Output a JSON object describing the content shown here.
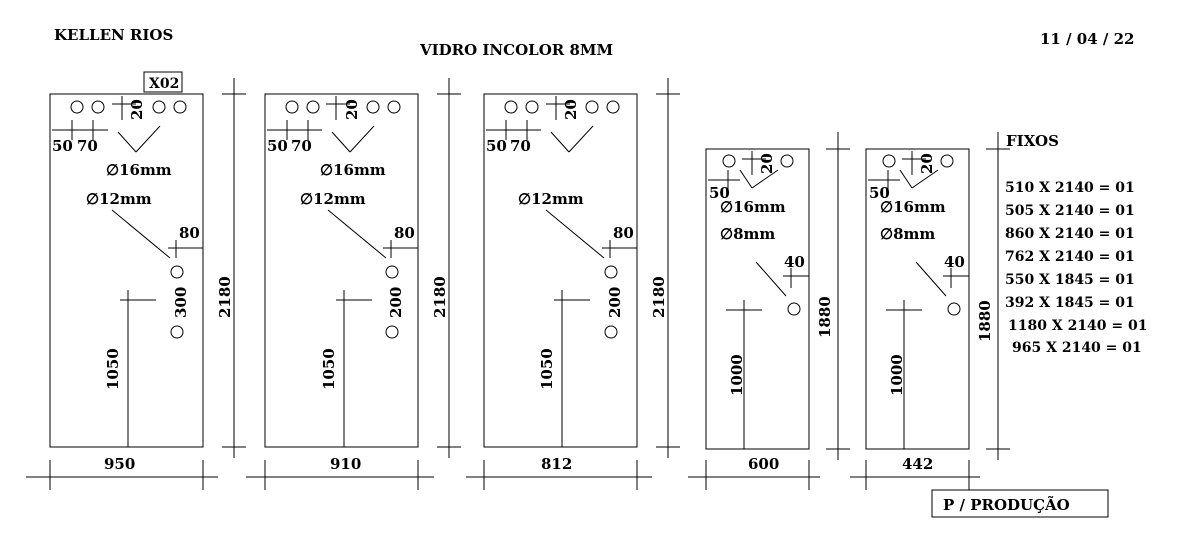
{
  "header": {
    "client": "KELLEN RIOS",
    "date": "11 / 04 / 22",
    "title": "VIDRO INCOLOR 8MM",
    "tag": "X02"
  },
  "panels": [
    {
      "width_label": "950",
      "height_label": "2180",
      "top_dim": "20",
      "left_dims": [
        "50",
        "70"
      ],
      "hole_a": "∅16mm",
      "hole_b": "∅12mm",
      "side_dim": "80",
      "spacing_dim": "300",
      "bottom_dim": "1050"
    },
    {
      "width_label": "910",
      "height_label": "2180",
      "top_dim": "20",
      "left_dims": [
        "50",
        "70"
      ],
      "hole_a": "∅16mm",
      "hole_b": "∅12mm",
      "side_dim": "80",
      "spacing_dim": "200",
      "bottom_dim": "1050"
    },
    {
      "width_label": "812",
      "height_label": "2180",
      "top_dim": "20",
      "left_dims": [
        "50",
        "70"
      ],
      "hole_b": "∅12mm",
      "side_dim": "80",
      "spacing_dim": "200",
      "bottom_dim": "1050"
    },
    {
      "width_label": "600",
      "height_label": "1880",
      "top_dim": "20",
      "left_dims": [
        "50"
      ],
      "hole_a": "∅16mm",
      "hole_b": "∅8mm",
      "side_dim": "40",
      "bottom_dim": "1000"
    },
    {
      "width_label": "442",
      "height_label": "1880",
      "top_dim": "20",
      "left_dims": [
        "50"
      ],
      "hole_a": "∅16mm",
      "hole_b": "∅8mm",
      "side_dim": "40",
      "bottom_dim": "1000"
    }
  ],
  "fixos": {
    "title": "FIXOS",
    "items": [
      "510 X 2140 = 01",
      "505 X 2140 = 01",
      "860 X 2140 = 01",
      "762 X 2140 = 01",
      "550 X 1845 = 01",
      "392 X 1845 = 01",
      "1180 X 2140 = 01",
      "965 X 2140 = 01"
    ]
  },
  "footer": {
    "stamp": "P / PRODUÇÃO"
  }
}
